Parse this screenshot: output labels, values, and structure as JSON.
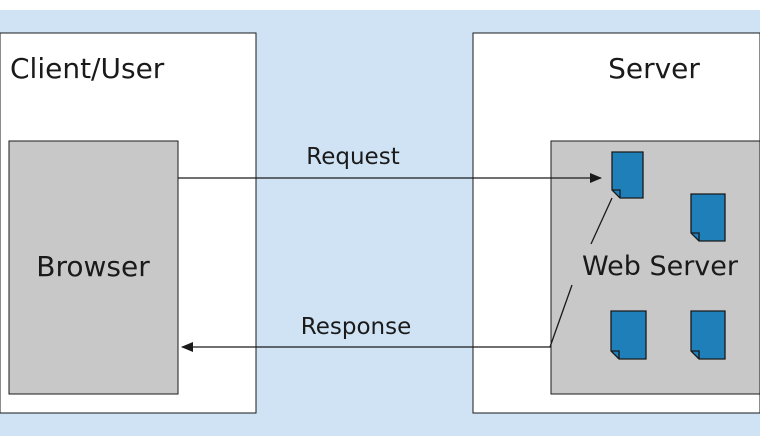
{
  "panels": {
    "client": {
      "title": "Client/User"
    },
    "server": {
      "title": "Server"
    }
  },
  "browser": {
    "label": "Browser"
  },
  "web_server": {
    "label": "Web Server",
    "file_count": 4
  },
  "arrows": {
    "request": {
      "label": "Request"
    },
    "response": {
      "label": "Response"
    }
  },
  "colors": {
    "background": "#cfe3f4",
    "panel": "#ffffff",
    "box": "#c8c8c8",
    "file": "#1f7fb9",
    "line": "#1a1a1a"
  },
  "icons": {
    "file": "document-icon"
  }
}
